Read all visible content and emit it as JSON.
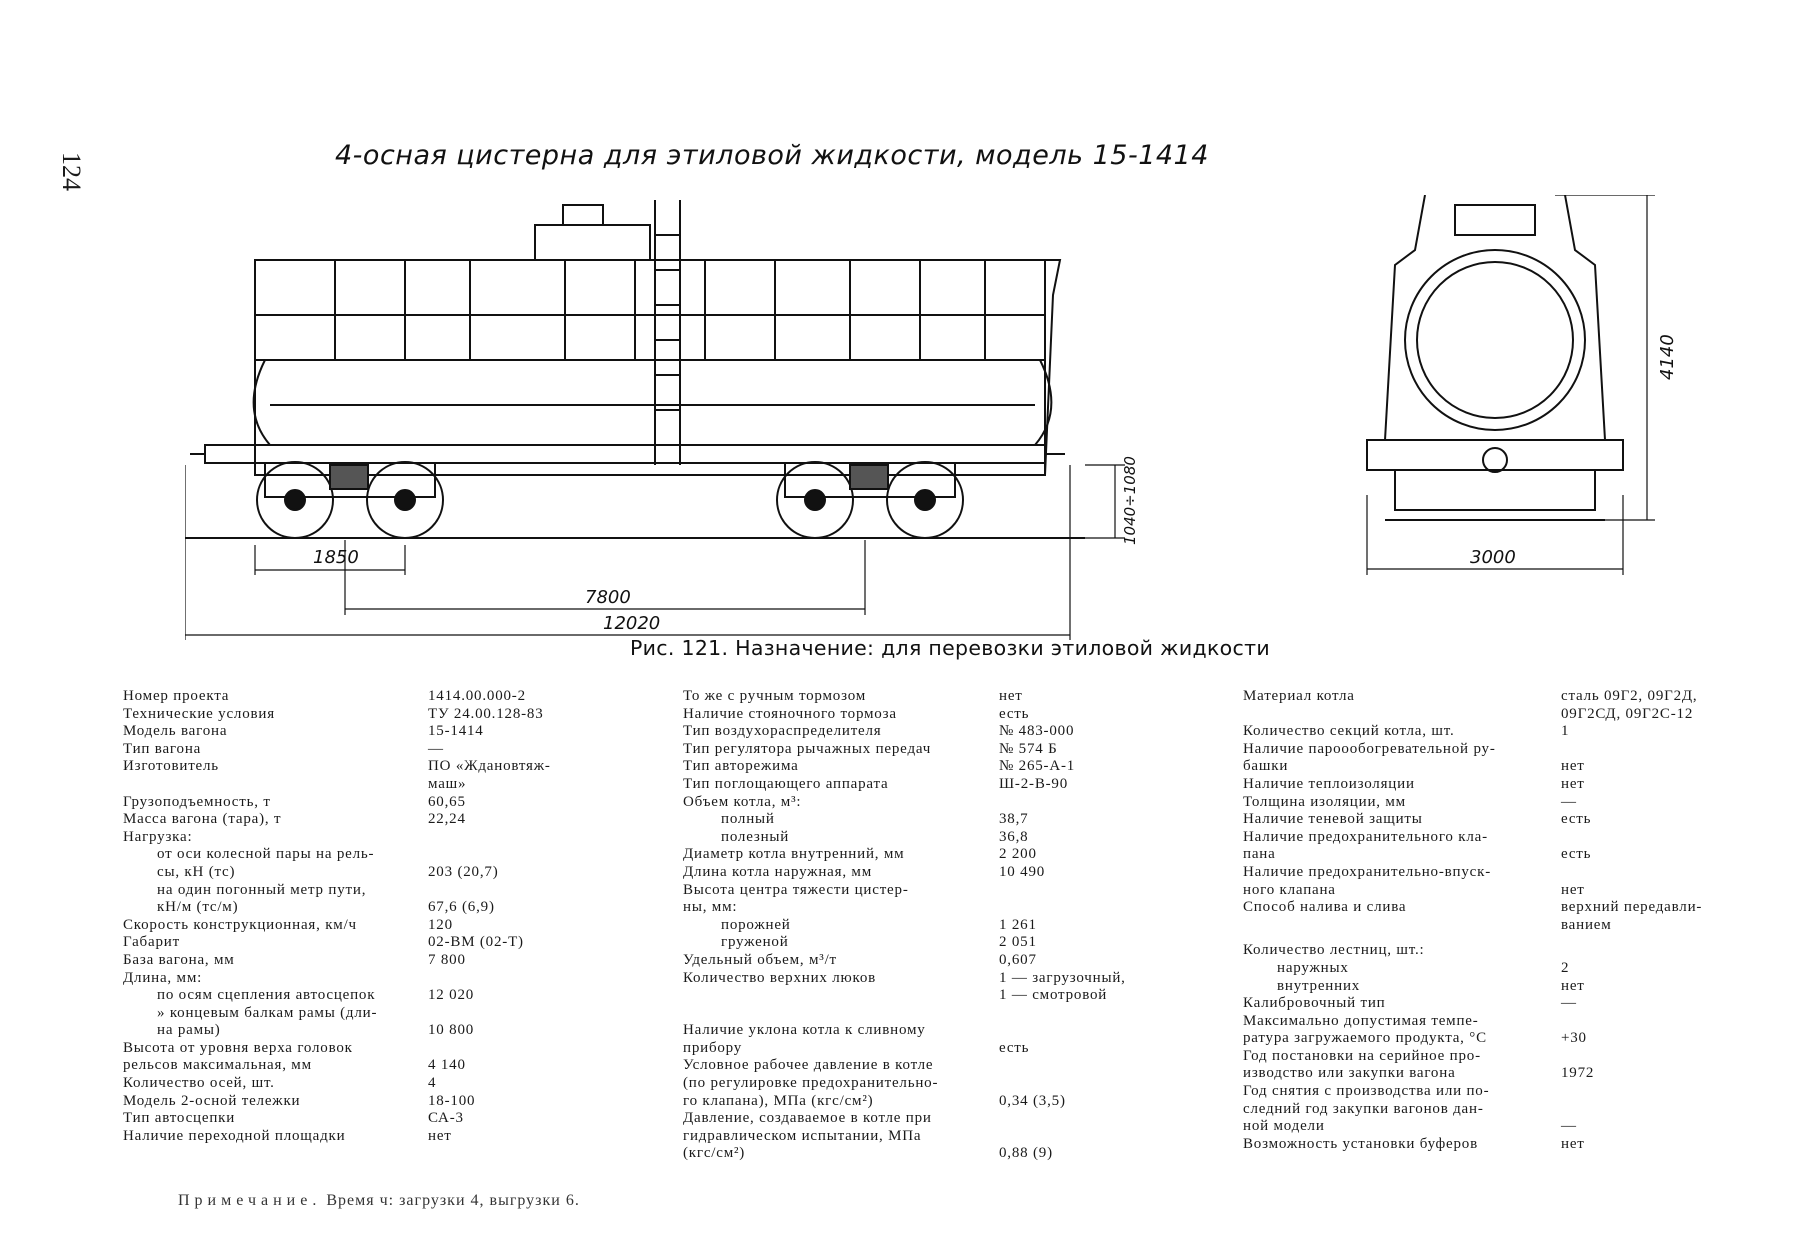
{
  "page_number": "124",
  "drawing_title": "4-осная цистерна для этиловой жидкости, модель 15-1414",
  "dimensions": {
    "bogie_base": "1850",
    "wagon_base": "7800",
    "length": "12020",
    "coupler_height": "1040÷1080",
    "height": "4140",
    "width": "3000"
  },
  "caption": "Рис. 121. Назначение: для перевозки этиловой жидкости",
  "col1": [
    {
      "label": "Номер проекта",
      "value": "1414.00.000-2"
    },
    {
      "label": "Технические условия",
      "value": "ТУ 24.00.128-83"
    },
    {
      "label": "Модель вагона",
      "value": "15-1414"
    },
    {
      "label": "Тип вагона",
      "value": "—"
    },
    {
      "label": "Изготовитель",
      "value": "ПО «Ждановтяж-\nмаш»"
    },
    {
      "label": "",
      "value": ""
    },
    {
      "label": "Грузоподъемность, т",
      "value": "60,65"
    },
    {
      "label": "Масса вагона (тара), т",
      "value": "22,24"
    },
    {
      "label": "Нагрузка:",
      "value": ""
    },
    {
      "label": "от оси колесной пары на рель-\nсы, кН (тс)",
      "value": "\n203 (20,7)"
    },
    {
      "label": "на один погонный метр пути,\nкН/м (тс/м)",
      "value": "\n67,6 (6,9)"
    },
    {
      "label": "Скорость конструкционная, км/ч",
      "value": "120"
    },
    {
      "label": "Габарит",
      "value": "02-ВМ (02-Т)"
    },
    {
      "label": "База вагона, мм",
      "value": "7 800"
    },
    {
      "label": "Длина, мм:",
      "value": ""
    },
    {
      "label": "по осям сцепления автосцепок",
      "value": "12 020"
    },
    {
      "label": "» концевым балкам рамы (дли-\nна рамы)",
      "value": "\n10 800"
    },
    {
      "label": "Высота от уровня верха головок\nрельсов максимальная, мм",
      "value": "\n4 140"
    },
    {
      "label": "Количество осей, шт.",
      "value": "4"
    },
    {
      "label": "Модель 2-осной тележки",
      "value": "18-100"
    },
    {
      "label": "Тип автосцепки",
      "value": "СА-3"
    },
    {
      "label": "Наличие переходной площадки",
      "value": "нет"
    }
  ],
  "col2": [
    {
      "label": "То же с ручным тормозом",
      "value": "нет"
    },
    {
      "label": "Наличие стояночного тормоза",
      "value": "есть"
    },
    {
      "label": "Тип воздухораспределителя",
      "value": "№ 483-000"
    },
    {
      "label": "Тип регулятора рычажных передач",
      "value": "№ 574 Б"
    },
    {
      "label": "Тип авторежима",
      "value": "№ 265-А-1"
    },
    {
      "label": "Тип поглощающего аппарата",
      "value": "Ш-2-В-90"
    },
    {
      "label": "Объем котла, м³:",
      "value": ""
    },
    {
      "label": "полный",
      "value": "38,7"
    },
    {
      "label": "полезный",
      "value": "36,8"
    },
    {
      "label": "Диаметр котла внутренний, мм",
      "value": "2 200"
    },
    {
      "label": "Длина котла наружная, мм",
      "value": "10 490"
    },
    {
      "label": "Высота центра тяжести цистер-\nны, мм:",
      "value": ""
    },
    {
      "label": "порожней",
      "value": "1 261"
    },
    {
      "label": "груженой",
      "value": "2 051"
    },
    {
      "label": "Удельный объем, м³/т",
      "value": "0,607"
    },
    {
      "label": "Количество верхних люков",
      "value": "1 — загрузочный,\n1 — смотровой"
    },
    {
      "label": "Наличие уклона котла к сливному\nприбору",
      "value": "\nесть"
    },
    {
      "label": "Условное рабочее давление в котле\n(по регулировке предохранительно-\nго клапана), МПа (кгс/см²)",
      "value": "\n\n0,34 (3,5)"
    },
    {
      "label": "Давление, создаваемое в котле при\nгидравлическом испытании, МПа\n(кгс/см²)",
      "value": "\n\n0,88 (9)"
    }
  ],
  "col3": [
    {
      "label": "Материал котла",
      "value": "сталь 09Г2, 09Г2Д,\n09Г2СД, 09Г2С-12"
    },
    {
      "label": "Количество секций котла, шт.",
      "value": "1"
    },
    {
      "label": "Наличие пароообогревательной ру-\nбашки",
      "value": "\nнет"
    },
    {
      "label": "Наличие теплоизоляции",
      "value": "нет"
    },
    {
      "label": "Толщина изоляции, мм",
      "value": "—"
    },
    {
      "label": "Наличие теневой защиты",
      "value": "есть"
    },
    {
      "label": "Наличие предохранительного кла-\nпана",
      "value": "\nесть"
    },
    {
      "label": "Наличие предохранительно-впуск-\nного клапана",
      "value": "\nнет"
    },
    {
      "label": "Способ налива и слива",
      "value": "верхний передавли-\nванием"
    },
    {
      "label": "Количество лестниц, шт.:",
      "value": ""
    },
    {
      "label": "наружных",
      "value": "2"
    },
    {
      "label": "внутренних",
      "value": "нет"
    },
    {
      "label": "Калибровочный тип",
      "value": "—"
    },
    {
      "label": "Максимально допустимая темпе-\nратура загружаемого продукта, °С",
      "value": "\n+30"
    },
    {
      "label": "Год постановки на серийное про-\nизводство или закупки вагона",
      "value": "\n1972"
    },
    {
      "label": "Год снятия с производства или по-\nследний год закупки вагонов дан-\nной модели",
      "value": "\n\n—"
    },
    {
      "label": "Возможность установки буферов",
      "value": "нет"
    }
  ],
  "note": {
    "head": "Примечание.",
    "text": "Время ч: загрузки 4, выгрузки 6."
  }
}
